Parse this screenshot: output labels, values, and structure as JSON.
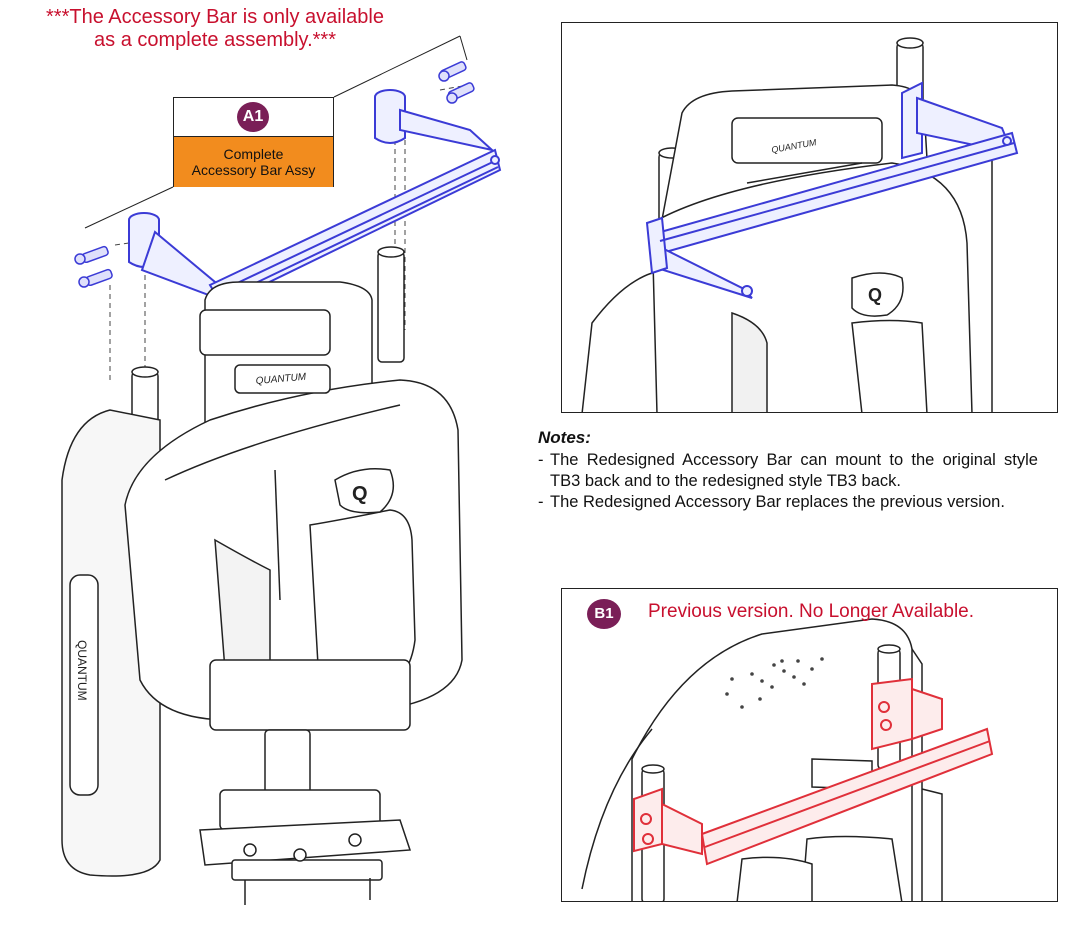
{
  "warning": {
    "line1": "***The Accessory Bar is only available",
    "line2": "as a complete assembly.***",
    "color": "#c8102e"
  },
  "callout_a1": {
    "badge": "A1",
    "line1": "Complete",
    "line2": "Accessory Bar Assy",
    "badge_color": "#7a1f57",
    "fill_color": "#f28c1e"
  },
  "seat_back_logo": "QUANTUM",
  "seat_back_letter": "Q",
  "notes": {
    "title": "Notes:",
    "items": [
      {
        "dash": "-",
        "text": "The Redesigned Accessory Bar can mount to the original style TB3 back and to the redesigned style TB3 back."
      },
      {
        "dash": "-",
        "text": "The Redesigned Accessory Bar replaces the previous version."
      }
    ]
  },
  "callout_b1": {
    "badge": "B1",
    "label": "Previous version. No Longer Available.",
    "badge_color": "#7a1f57",
    "label_color": "#c8102e"
  },
  "colors": {
    "new_bar": "#3b3bd6",
    "old_bar": "#e0303a",
    "outline": "#222222"
  }
}
